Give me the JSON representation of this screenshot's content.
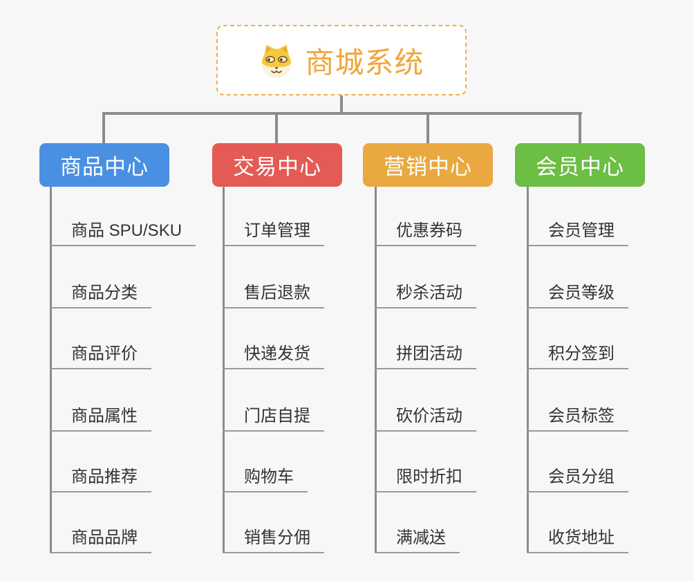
{
  "root": {
    "label": "商城系统",
    "icon": "dog-face-icon",
    "accent_color": "#F0A63C",
    "border_color": "#EFAE4E"
  },
  "branches": [
    {
      "label": "商品中心",
      "color": "#4A90E2",
      "children": [
        "商品 SPU/SKU",
        "商品分类",
        "商品评价",
        "商品属性",
        "商品推荐",
        "商品品牌"
      ]
    },
    {
      "label": "交易中心",
      "color": "#E45B55",
      "children": [
        "订单管理",
        "售后退款",
        "快递发货",
        "门店自提",
        "购物车",
        "销售分佣"
      ]
    },
    {
      "label": "营销中心",
      "color": "#EAA840",
      "children": [
        "优惠券码",
        "秒杀活动",
        "拼团活动",
        "砍价活动",
        "限时折扣",
        "满减送"
      ]
    },
    {
      "label": "会员中心",
      "color": "#6CBE44",
      "children": [
        "会员管理",
        "会员等级",
        "积分签到",
        "会员标签",
        "会员分组",
        "收货地址"
      ]
    }
  ],
  "connector_color": "#8C8C8C",
  "background_color": "#F7F7F7"
}
